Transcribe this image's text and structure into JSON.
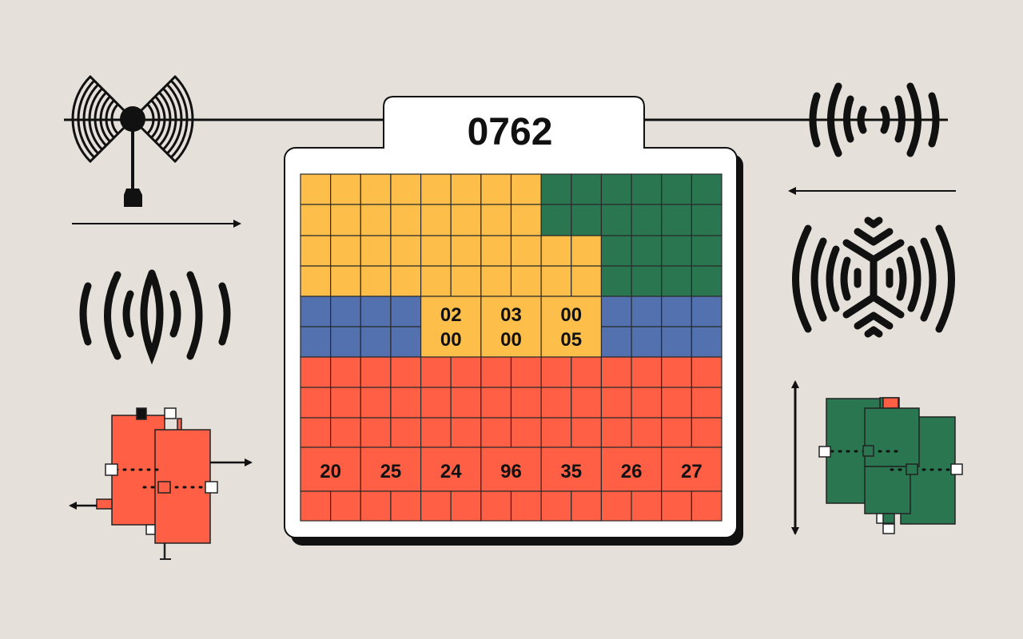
{
  "header": {
    "code": "0762"
  },
  "grid": {
    "middle_labels": [
      {
        "top": "02",
        "bottom": "00"
      },
      {
        "top": "03",
        "bottom": "00"
      },
      {
        "top": "00",
        "bottom": "05"
      }
    ],
    "bottom_labels": [
      "20",
      "25",
      "24",
      "96",
      "35",
      "26",
      "27"
    ]
  },
  "colors": {
    "background": "#E5E1DA",
    "yellow": "#FDBE4A",
    "green": "#2A7650",
    "blue": "#5271AE",
    "red": "#FE5F45"
  }
}
